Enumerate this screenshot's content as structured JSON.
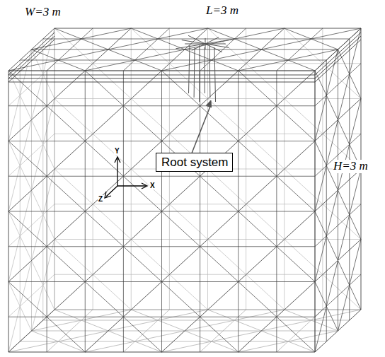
{
  "diagram": {
    "nodes": [
      {
        "text": [
          "Root system"
        ]
      }
    ],
    "labels": [
      "W=3 m",
      "L=3 m",
      "H=3 m",
      "Y",
      "X",
      "Z"
    ]
  }
}
